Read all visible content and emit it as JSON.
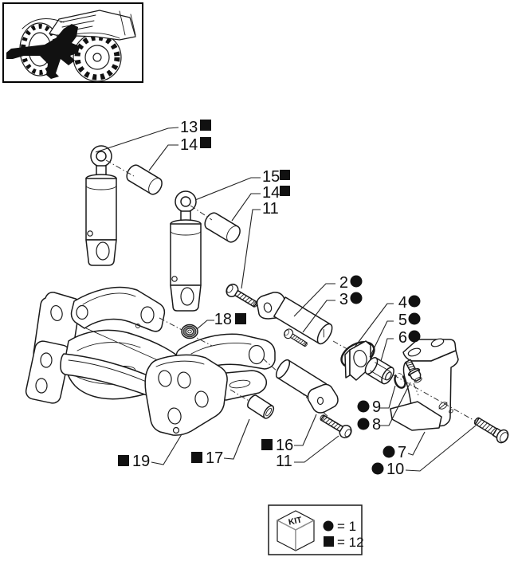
{
  "page": {
    "background": "#ffffff",
    "line_color": "#1a1a1a",
    "text_color": "#111111"
  },
  "callouts": [
    {
      "ref": "13",
      "marker": "square"
    },
    {
      "ref": "14",
      "marker": "square"
    },
    {
      "ref": "15",
      "marker": "square"
    },
    {
      "ref": "14",
      "marker": "square"
    },
    {
      "ref": "11",
      "marker": "none"
    },
    {
      "ref": "2",
      "marker": "circle"
    },
    {
      "ref": "3",
      "marker": "circle"
    },
    {
      "ref": "4",
      "marker": "circle"
    },
    {
      "ref": "5",
      "marker": "circle"
    },
    {
      "ref": "6",
      "marker": "circle"
    },
    {
      "ref": "18",
      "marker": "square"
    },
    {
      "ref": "9",
      "marker": "circle"
    },
    {
      "ref": "8",
      "marker": "circle"
    },
    {
      "ref": "7",
      "marker": "circle"
    },
    {
      "ref": "10",
      "marker": "circle"
    },
    {
      "ref": "16",
      "marker": "square"
    },
    {
      "ref": "11",
      "marker": "none"
    },
    {
      "ref": "17",
      "marker": "square"
    },
    {
      "ref": "19",
      "marker": "square"
    }
  ],
  "legend": {
    "kit_label": "KIT",
    "circle_eq": "= 1",
    "square_eq": "= 12"
  }
}
